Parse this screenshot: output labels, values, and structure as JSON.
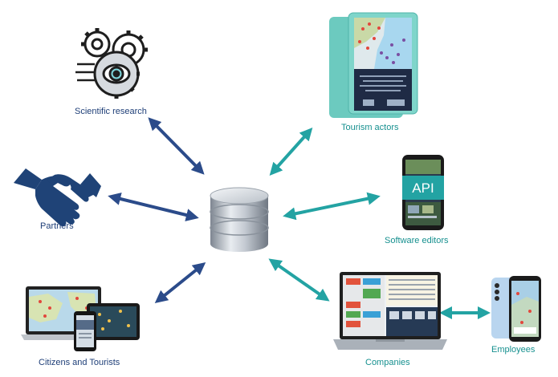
{
  "colors": {
    "navy": "#2b4b8a",
    "teal": "#23a3a3",
    "db_silver": "#a9b1bb"
  },
  "hub": {
    "name": "database-icon"
  },
  "nodes": [
    {
      "id": "scientific-research",
      "label": "Scientific research",
      "icon": "gears-eye-icon",
      "color": "navy"
    },
    {
      "id": "tourism-actors",
      "label": "Tourism actors",
      "icon": "tablet-map-icon",
      "color": "teal"
    },
    {
      "id": "partners",
      "label": "Partners",
      "icon": "handshake-icon",
      "color": "navy"
    },
    {
      "id": "software-editors",
      "label": "Software editors",
      "icon": "phone-api-icon",
      "color": "teal",
      "badge": "API"
    },
    {
      "id": "citizens-tourists",
      "label": "Citizens and Tourists",
      "icon": "devices-icon",
      "color": "navy"
    },
    {
      "id": "companies",
      "label": "Companies",
      "icon": "laptop-dashboard-icon",
      "color": "teal"
    },
    {
      "id": "employees",
      "label": "Employees",
      "icon": "phone-map-icon",
      "color": "teal"
    }
  ]
}
